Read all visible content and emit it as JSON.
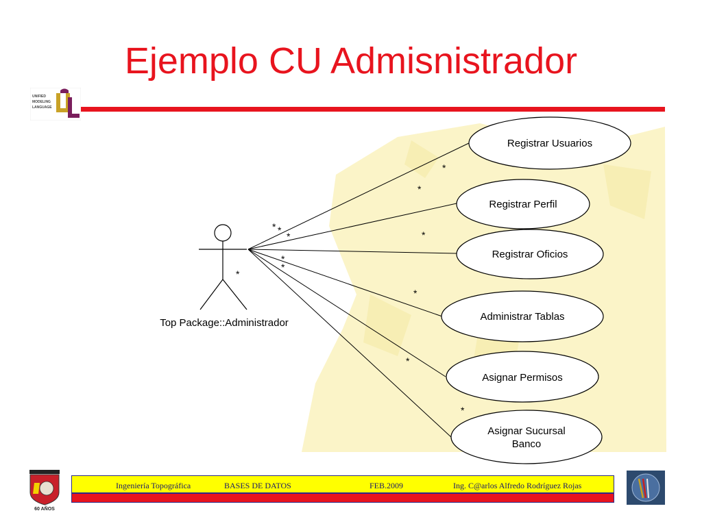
{
  "page": {
    "title": "Ejemplo CU Admisnistrador"
  },
  "logo": {
    "lines": [
      "UNIFIED",
      "MODELING",
      "LANGUAGE"
    ],
    "icon": "uml-logo-icon"
  },
  "diagram": {
    "actor": {
      "name": "Top Package::Administrador"
    },
    "use_cases": [
      {
        "label": "Registrar Usuarios"
      },
      {
        "label": "Registrar Perfil"
      },
      {
        "label": "Registrar Oficios"
      },
      {
        "label": "Administrar Tablas"
      },
      {
        "label": "Asignar Permisos"
      },
      {
        "label": "Asignar Sucursal",
        "label2": "Banco"
      }
    ],
    "multiplicity": "*"
  },
  "footer": {
    "course": "Ingeniería Topográfica",
    "subject": "BASES DE DATOS",
    "date": "FEB.2009",
    "author": "Ing. C@arlos Alfredo Rodríguez Rojas",
    "crest_text": "60 AÑOS"
  },
  "colors": {
    "title": "#e8141e",
    "rule": "#e8141e",
    "footer_band": "#ffff00",
    "footer_stripe": "#e8141e",
    "map_fill": "#fbf4c8"
  }
}
